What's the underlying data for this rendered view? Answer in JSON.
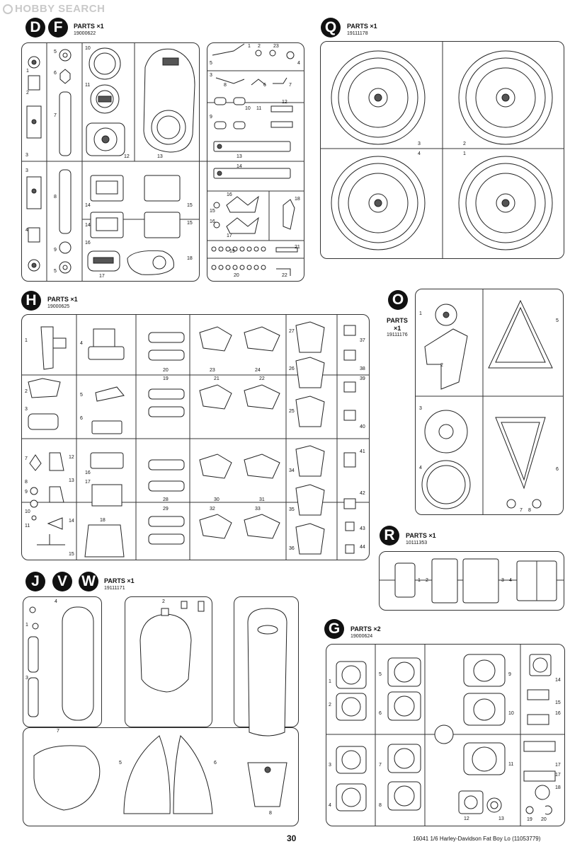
{
  "watermark": "HOBBY SEARCH",
  "footer": {
    "page_number": "30",
    "product": "16041  1/6 Harley-Davidson Fat Boy Lo (11053779)"
  },
  "sprues": {
    "DF": {
      "letters": [
        "D",
        "F"
      ],
      "count": "PARTS ×1",
      "code": "19000622"
    },
    "Q": {
      "letters": [
        "Q"
      ],
      "count": "PARTS ×1",
      "code": "19111178"
    },
    "H": {
      "letters": [
        "H"
      ],
      "count": "PARTS ×1",
      "code": "19000625"
    },
    "O": {
      "letters": [
        "O"
      ],
      "count": "PARTS",
      "count2": "×1",
      "code": "19111176"
    },
    "R": {
      "letters": [
        "R"
      ],
      "count": "PARTS ×1",
      "code": "10111353"
    },
    "JVW": {
      "letters": [
        "J",
        "V",
        "W"
      ],
      "count": "PARTS ×1",
      "code": "19111171"
    },
    "G": {
      "letters": [
        "G"
      ],
      "count": "PARTS ×2",
      "code": "19000624"
    }
  },
  "part_numbers": {
    "DF": [
      "1",
      "2",
      "3",
      "3",
      "4",
      "5",
      "5",
      "6",
      "7",
      "8",
      "9",
      "10",
      "11",
      "12",
      "13",
      "14",
      "14",
      "15",
      "15",
      "16",
      "17",
      "18",
      "1",
      "2",
      "3",
      "4",
      "5",
      "6",
      "7",
      "8",
      "9",
      "10",
      "11",
      "12",
      "13",
      "14",
      "15",
      "16",
      "16",
      "17",
      "18",
      "19",
      "20",
      "21",
      "22",
      "23"
    ],
    "Q": [
      "1",
      "2",
      "3",
      "4"
    ],
    "H": [
      "1",
      "2",
      "3",
      "4",
      "5",
      "6",
      "7",
      "8",
      "9",
      "10",
      "11",
      "12",
      "13",
      "14",
      "15",
      "16",
      "17",
      "18",
      "19",
      "20",
      "21",
      "22",
      "23",
      "24",
      "25",
      "26",
      "27",
      "28",
      "29",
      "30",
      "31",
      "32",
      "33",
      "34",
      "35",
      "36",
      "37",
      "38",
      "39",
      "40",
      "41",
      "42",
      "43",
      "44"
    ],
    "O": [
      "1",
      "2",
      "3",
      "4",
      "5",
      "6",
      "7",
      "8"
    ],
    "R": [
      "1",
      "2",
      "3",
      "4"
    ],
    "JVW": [
      "1",
      "2",
      "3",
      "4",
      "5",
      "6",
      "7",
      "8"
    ],
    "G": [
      "1",
      "2",
      "3",
      "4",
      "5",
      "6",
      "7",
      "8",
      "9",
      "10",
      "11",
      "12",
      "13",
      "14",
      "15",
      "16",
      "17",
      "17",
      "18",
      "19",
      "20"
    ]
  }
}
